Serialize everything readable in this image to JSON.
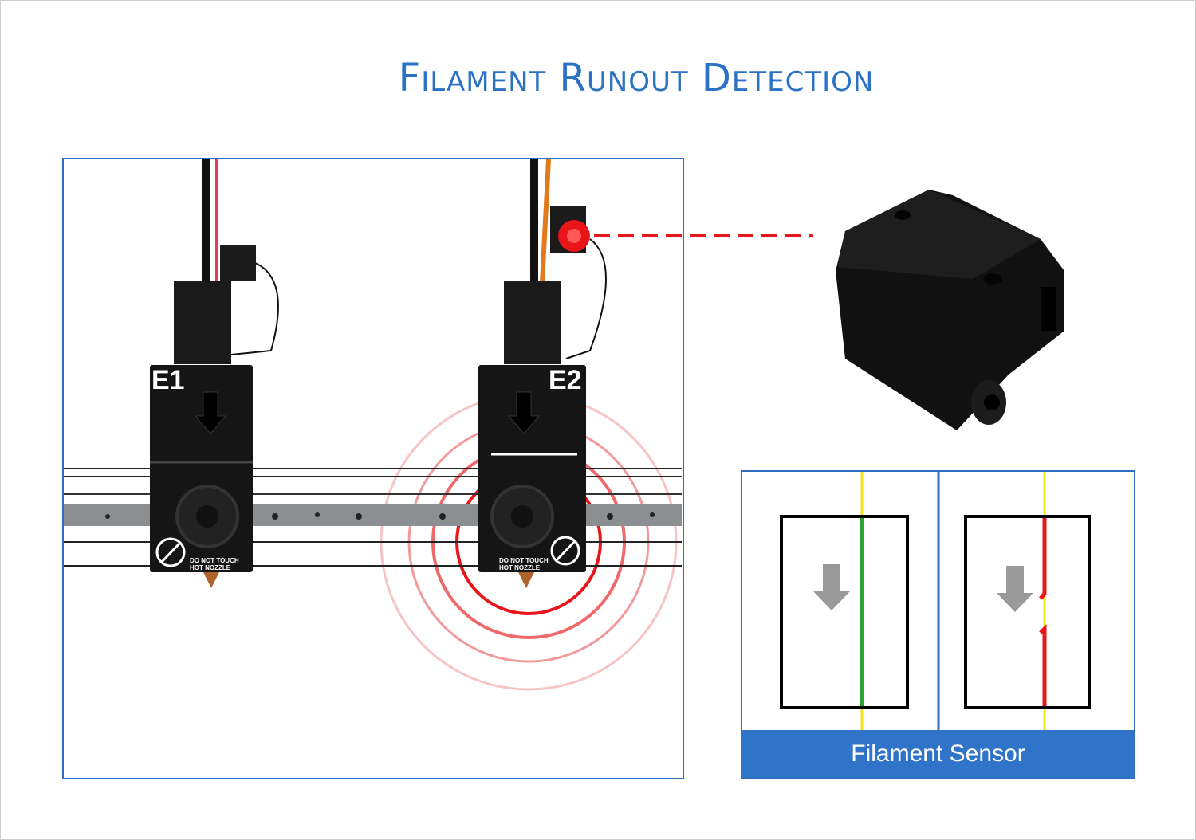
{
  "title": "Filament Runout Detection",
  "extruders": [
    {
      "label": "E1"
    },
    {
      "label": "E2"
    }
  ],
  "warning_label": {
    "line1": "DO NOT TOUCH",
    "line2": "HOT NOZZLE"
  },
  "sensor_panel": {
    "caption": "Filament Sensor"
  },
  "colors": {
    "accent": "#2f74c8",
    "alert": "#e8161b",
    "filament_ok": "#2aa534",
    "guide": "#f2e21b"
  }
}
